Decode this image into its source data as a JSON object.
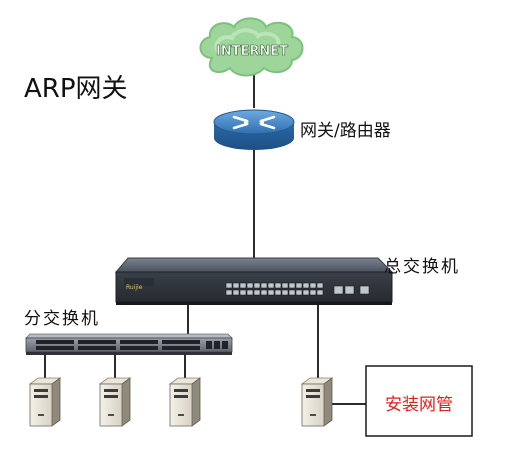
{
  "diagram": {
    "title": "ARP网关",
    "cloud_label": "INTERNET",
    "router_label": "网关/路由器",
    "core_switch_label": "总交换机",
    "branch_switch_label": "分交换机",
    "nms_label": "安装网管",
    "core_switch_brand": "Ruijie",
    "colors": {
      "line": "#2b2b2b",
      "cloud": "#9dd59a",
      "router": "#3d7fbf",
      "nms_text": "#e0201c",
      "switch_body": "#4d5560"
    }
  }
}
